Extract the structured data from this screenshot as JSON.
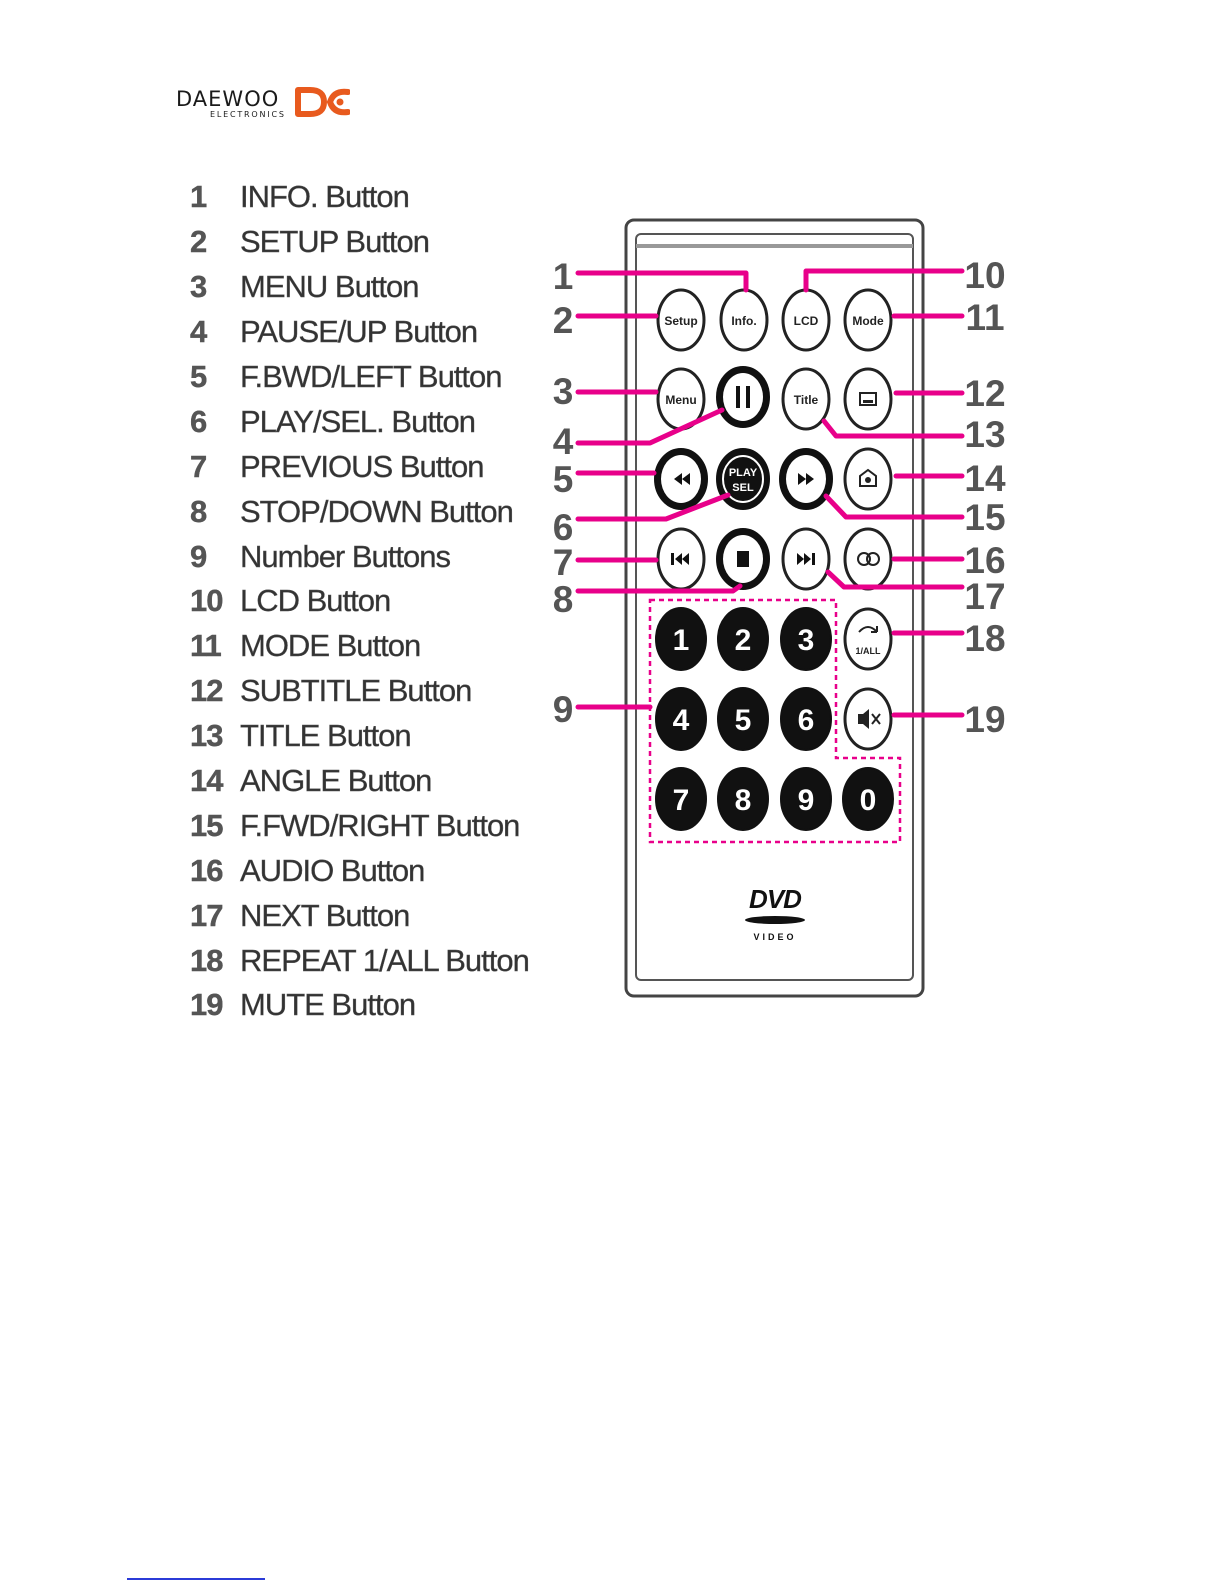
{
  "brand": {
    "name": "DAEWOO",
    "sub": "ELECTRONICS"
  },
  "legend": [
    {
      "num": "1",
      "label": "INFO. Button"
    },
    {
      "num": "2",
      "label": "SETUP Button"
    },
    {
      "num": "3",
      "label": "MENU Button"
    },
    {
      "num": "4",
      "label": "PAUSE/UP Button"
    },
    {
      "num": "5",
      "label": "F.BWD/LEFT Button"
    },
    {
      "num": "6",
      "label": "PLAY/SEL. Button"
    },
    {
      "num": "7",
      "label": "PREVIOUS Button"
    },
    {
      "num": "8",
      "label": "STOP/DOWN Button"
    },
    {
      "num": "9",
      "label": "Number Buttons"
    },
    {
      "num": "10",
      "label": "LCD Button"
    },
    {
      "num": "11",
      "label": "MODE Button"
    },
    {
      "num": "12",
      "label": "SUBTITLE Button"
    },
    {
      "num": "13",
      "label": "TITLE Button"
    },
    {
      "num": "14",
      "label": "ANGLE Button"
    },
    {
      "num": "15",
      "label": "F.FWD/RIGHT Button"
    },
    {
      "num": "16",
      "label": "AUDIO Button"
    },
    {
      "num": "17",
      "label": "NEXT Button"
    },
    {
      "num": "18",
      "label": "REPEAT 1/ALL Button"
    },
    {
      "num": "19",
      "label": "MUTE Button"
    }
  ],
  "remote": {
    "buttons": {
      "setup": "Setup",
      "info": "Info.",
      "lcd": "LCD",
      "mode": "Mode",
      "menu": "Menu",
      "title": "Title",
      "play_top": "PLAY",
      "play_bottom": "SEL",
      "repeat": "1/ALL"
    },
    "digits": [
      "1",
      "2",
      "3",
      "4",
      "5",
      "6",
      "7",
      "8",
      "9",
      "0"
    ],
    "logo_top": "DVD",
    "logo_bottom": "VIDEO",
    "callouts": [
      "1",
      "2",
      "3",
      "4",
      "5",
      "6",
      "7",
      "8",
      "9",
      "10",
      "11",
      "12",
      "13",
      "14",
      "15",
      "16",
      "17",
      "18",
      "19"
    ]
  },
  "colors": {
    "accent": "#e8008a",
    "logo_orange": "#e85a1e"
  }
}
